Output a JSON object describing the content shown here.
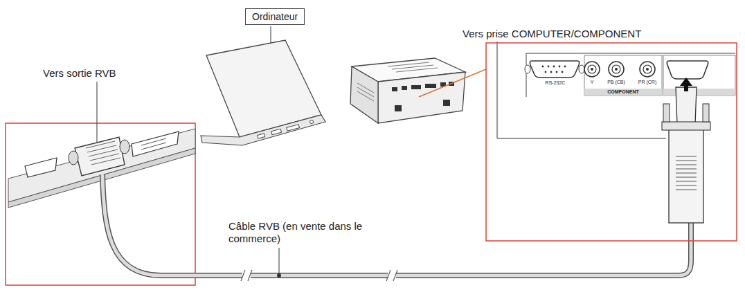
{
  "diagram": {
    "nodes": [
      {
        "text": [
          "Ordinateur"
        ]
      }
    ],
    "labels": [
      "Vers prise COMPUTER/COMPONENT",
      "Vers sortie RVB",
      "Câble RVB (en vente dans le commerce)",
      "RS-232C",
      "Y",
      "PB (CB)",
      "PR (CR)",
      "COMPONENT"
    ]
  }
}
